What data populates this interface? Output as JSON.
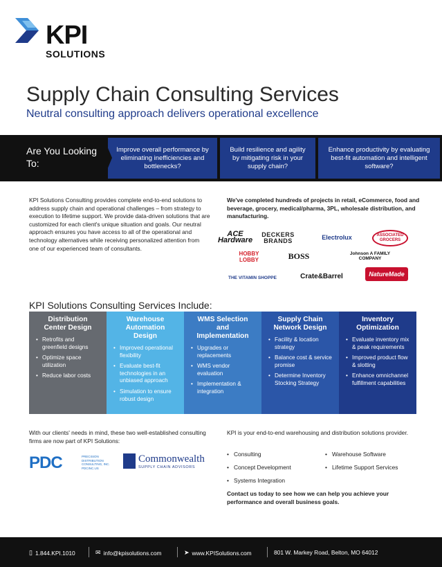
{
  "logo": {
    "name": "KPI",
    "tagline": "SOLUTIONS"
  },
  "header": {
    "title": "Supply Chain Consulting Services",
    "subtitle": "Neutral consulting approach delivers operational excellence"
  },
  "banner": {
    "ask": "Are You Looking To:",
    "questions": [
      "Improve overall performance by eliminating inefficiencies and bottlenecks?",
      "Build resilience and agility by mitigating risk in your supply chain?",
      "Enhance productivity by evaluating best-fit automation and intelligent software?"
    ]
  },
  "intro": "KPI Solutions Consulting provides complete end-to-end solutions to address supply chain and operational challenges – from strategy to execution to lifetime support. We provide data-driven solutions that are customized for each client's unique situation and goals. Our neutral approach ensures you have access to all of the operational and technology alternatives while receiving personalized attention from one of our experienced team of consultants.",
  "completed": "We've completed hundreds of projects in retail, eCommerce, food and beverage, grocery, medical/pharma, 3PL, wholesale distribution, and manufacturing.",
  "client_logos": [
    {
      "text": "ACE Hardware",
      "color": "#111111"
    },
    {
      "text": "DECKERS BRANDS",
      "color": "#222222"
    },
    {
      "text": "Electrolux",
      "color": "#1f3b8a"
    },
    {
      "text": "ASSOCIATED GROCERS",
      "color": "#c8102e"
    },
    {
      "text": "HOBBY LOBBY",
      "color": "#d4202a"
    },
    {
      "text": "BOSS",
      "color": "#111111"
    },
    {
      "text": "Johnson A FAMILY COMPANY",
      "color": "#111111"
    },
    {
      "text": "THE VITAMIN SHOPPE",
      "color": "#1f3b8a"
    },
    {
      "text": "Crate&Barrel",
      "color": "#111111"
    },
    {
      "text": "NatureMade",
      "color": "#ffffff"
    }
  ],
  "services": {
    "heading": "KPI Solutions Consulting Services Include:",
    "columns": [
      {
        "title": "Distribution Center Design",
        "items": [
          "Retrofits and greenfield designs",
          "Optimize space utilization",
          "Reduce labor costs"
        ]
      },
      {
        "title": "Warehouse Automation Design",
        "items": [
          "Improved operational flexibility",
          "Evaluate best-fit technologies in an unbiased approach",
          "Simulation to ensure robust design"
        ]
      },
      {
        "title": "WMS Selection and Implementation",
        "items": [
          "Upgrades or replacements",
          "WMS vendor evaluation",
          "Implementation & integration"
        ]
      },
      {
        "title": "Supply Chain Network Design",
        "items": [
          "Facility & location strategy",
          "Balance cost & service promise",
          "Determine Inventory Stocking Strategy"
        ]
      },
      {
        "title": "Inventory Optimization",
        "items": [
          "Evaluate inventory mix & peak requirements",
          "Improved product flow & slotting",
          "Enhance omnichannel fulfillment capabilities"
        ]
      }
    ]
  },
  "clients_text": "With our clients' needs in mind, these two well-established consulting firms are now part of KPI Solutions:",
  "firms": {
    "pdc": "PDC",
    "pdc_small": "PRECISION DISTRIBUTION CONSULTING, INC. PDCINC.US",
    "cw_name": "Commonwealth",
    "cw_tag": "SUPPLY CHAIN ADVISORS"
  },
  "provider": {
    "text": "KPI is your end-to-end warehousing and distribution solutions provider.",
    "left": [
      "Consulting",
      "Concept Development",
      "Systems Integration"
    ],
    "right": [
      "Warehouse Software",
      "Lifetime Support Services"
    ],
    "contact": "Contact us today to see how we can help you achieve your performance and overall business goals."
  },
  "footer": {
    "phone": "1.844.KPI.1010",
    "email": "info@kpisolutions.com",
    "web": "www.KPISolutions.com",
    "address": "801 W. Markey Road, Belton, MO 64012"
  }
}
